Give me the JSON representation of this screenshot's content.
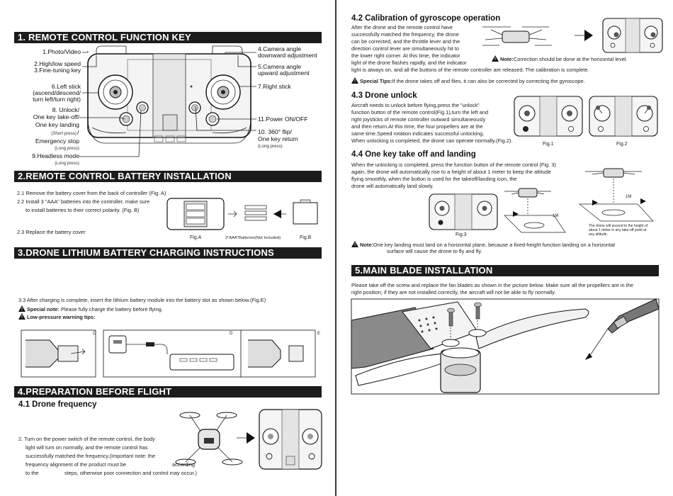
{
  "left": {
    "s1": {
      "title": "1. REMOTE CONTROL FUNCTION KEY",
      "labels": {
        "photo_video": "1.Photo/Video",
        "speed": "2.High/low speed",
        "fine_tune": "3.Fine-tuning key",
        "left_stick": "6.Left stick",
        "left_stick_desc1": "(ascend/descend/",
        "left_stick_desc2": "turn left/turn right)",
        "unlock1": "8. Unlock/",
        "unlock2": "One key take-off/",
        "unlock3": "One key landing",
        "short_press": "(Short press)",
        "slash": "/",
        "emergency": "Emergency stop",
        "long_press_1": "(Long press)",
        "headless": "9.Headless mode",
        "long_press_2": "(Long press)",
        "cam_down1": "4.Camera angle",
        "cam_down2": "downward adjustment",
        "cam_up1": "5.Camera angle",
        "cam_up2": "upward adjustment",
        "right_stick": "7.Right stick",
        "power": "11.Power ON/OFF",
        "flip1": "10. 360° flip/",
        "flip2": "One key return",
        "long_press_3": "(Long press)"
      }
    },
    "s2": {
      "title": "2.REMOTE CONTROL BATTERY INSTALLATION",
      "step1": "2.1 Remove the battery cover from the back of controller (Fig. A)",
      "step2a": "2.2 Install 3 \"AAA\" batteries into the controller, make sure",
      "step2b": "to install batteries to their correct polarity. (Fig. B)",
      "step3": "2.3 Replace the battery cover",
      "fig_a": "Fig.A",
      "batteries": "3\"AAA\"Batteries(Not Included)",
      "fig_b": "Fig.B"
    },
    "s3": {
      "title": "3.DRONE LITHIUM BATTERY CHARGING INSTRUCTIONS",
      "step3": "3.3 After charging is complete, insert the lithium battery module into the battery slot as shown below.(Fig.E)",
      "special_label": "Special note:",
      "special_text": " Please fully charge the battery before flying.",
      "low_pressure": "Low-pressure warning tips:",
      "fig_c": "C",
      "fig_d": "D",
      "fig_e": "E"
    },
    "s4": {
      "title": "4.PREPARATION BEFORE FLIGHT",
      "sub1": "4.1 Drone frequency",
      "step2a": "2. Turn on the power switch of the remote control, the body",
      "step2b": "light will turn on normally, and the remote control has",
      "step2c": "successfully matched the frequency.(Important note: the",
      "step2d": "frequency alignment of the product must be",
      "step2d2": "according",
      "step2e": "to the",
      "step2e2": "steps, otherwise poor connection and control may occur.)"
    }
  },
  "right": {
    "s42": {
      "title": "4.2 Calibration of gyroscope operation",
      "p1": "After the drone and the remote control have",
      "p2": "successfully matched the frequency, the drone",
      "p3": "can be corrected, and the throttle lever and the",
      "p4": "direction control lever are simultaneously hit to",
      "p5": "the lower right corner. At this time, the indicator",
      "p6": "light of the drone flashes rapidly, and the indicator",
      "p7": "light is always on, and all the buttons of the remote controller are released. The calibration is complete.",
      "note_label": "Note:",
      "note_text": "Correction should be done at the horizontal level.",
      "tips_label": "Special Tips:",
      "tips_text": "If the drone takes off and flies, it can also be corrected by correcting the gyroscope."
    },
    "s43": {
      "title": "4.3 Drone unlock",
      "p1": "Aircraft needs to unlock before flying,press the \"unlock\"",
      "p2": "function button of the remote control(Fig.1),turn the left and",
      "p3": "right joysticks of remote controller outward simultaneously",
      "p4": "and then return.At this time, the four propellers are at the",
      "p5": "same time.Speed rotation indicates successful unlocking.",
      "p6": "When unlocking is completed, the drone can operate normally.(Fig.2).",
      "fig1": "Fig.1",
      "fig2": "Fig.2"
    },
    "s44": {
      "title": "4.4 One key take off and landing",
      "p1": "When the unlocking is completed, press the function button of the remote control (Fig. 3)",
      "p2": "again, the drone will automatically rise to a height of about 1 meter to keep the altitude",
      "p3": "flying smoothly, when the button is used for the takeoff/landing icon, the",
      "p4": "drone will automatically land slowly.",
      "one_m_a": "1M",
      "one_m_b": "1M",
      "ascend1": "The drone will ascend to the height of",
      "ascend2": "about 1 meter in any take-off point at",
      "ascend3": "any altitude.",
      "fig3": "Fig.3",
      "note_label": "Note:",
      "note_text1": "One key landing must land on a horizontal plane, because a fixed-height function landing on a horizontal",
      "note_text2": "surface will cause the drone to fly and fly."
    },
    "s5": {
      "title": "5.MAIN BLADE INSTALLATION",
      "p1": "Please take off the screw and replace the fan blades as shown in the picture below. Make sure all the propellers are in the",
      "p2": "right position; if they are not installed correctly, the aircraft will not be able to fly normally."
    }
  }
}
